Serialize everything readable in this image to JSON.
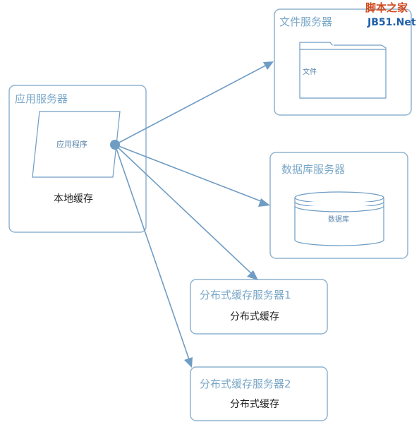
{
  "colors": {
    "box_border": "#8fb3cf",
    "line": "#6f9cc3",
    "title_text": "#7aa7c7",
    "body_text": "#222222"
  },
  "app_server": {
    "title": "应用服务器",
    "program_label": "应用程序",
    "local_cache_label": "本地缓存"
  },
  "file_server": {
    "title": "文件服务器",
    "folder_label": "文件"
  },
  "db_server": {
    "title": "数据库服务器",
    "db_label": "数据库"
  },
  "cache_server_1": {
    "title": "分布式缓存服务器1",
    "body": "分布式缓存"
  },
  "cache_server_2": {
    "title": "分布式缓存服务器2",
    "body": "分布式缓存"
  },
  "watermark": {
    "line1": "脚本之家",
    "line2": "JB51.Net"
  }
}
